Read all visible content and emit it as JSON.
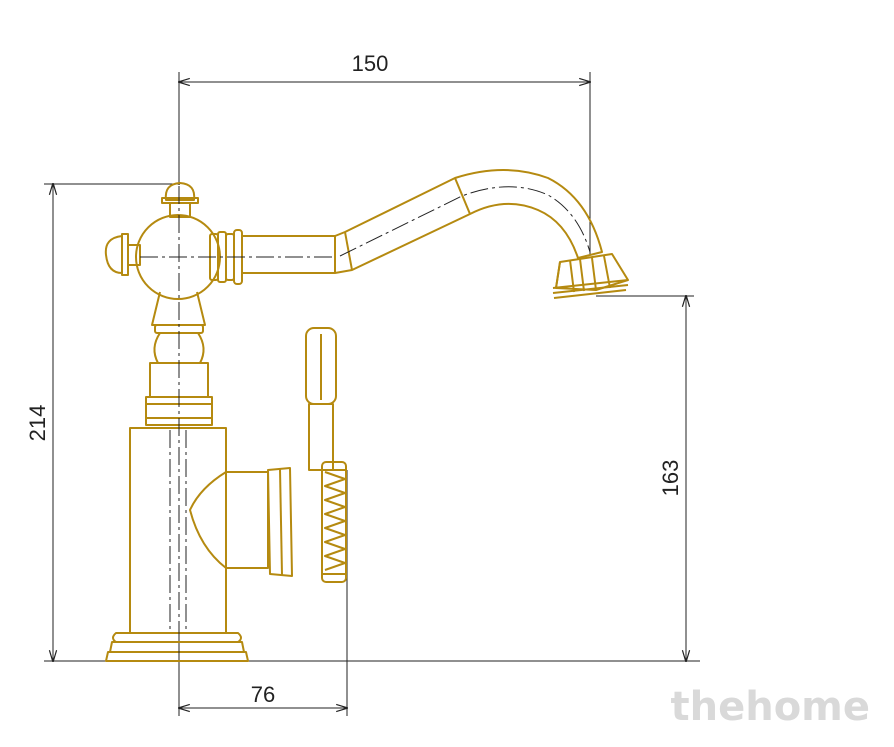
{
  "dimensions": {
    "width_top": "150",
    "height_left": "214",
    "height_right": "163",
    "width_bottom": "76"
  },
  "watermark": "thehome",
  "colors": {
    "outline": "#b58a10",
    "dimension": "#222222",
    "watermark": "#d9d9d9"
  }
}
